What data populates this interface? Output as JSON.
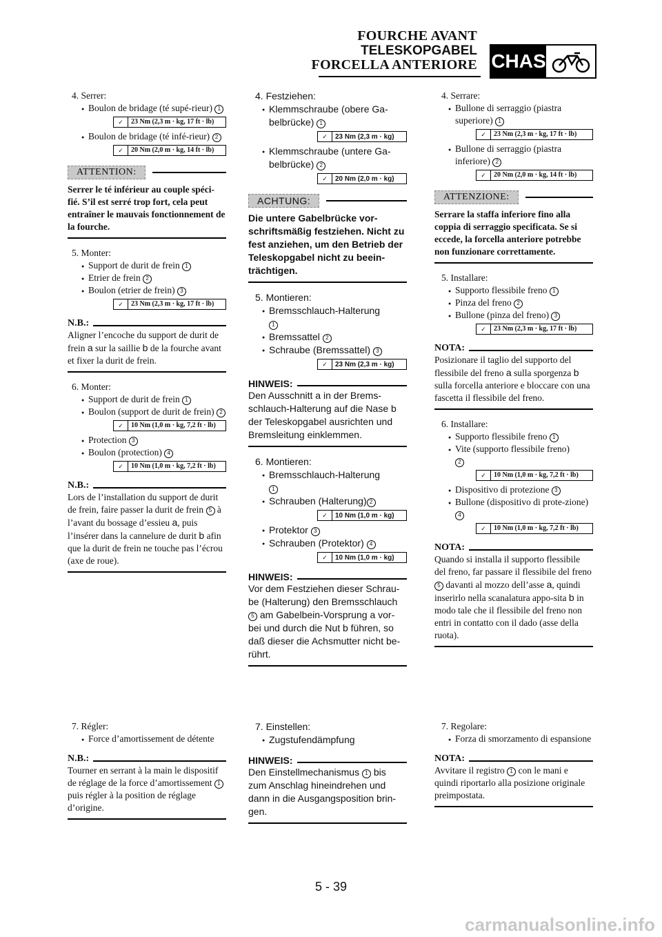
{
  "header": {
    "fr": "FOURCHE AVANT",
    "de": "TELESKOPGABEL",
    "it": "FORCELLA ANTERIORE",
    "section": "CHAS"
  },
  "page_number": "5 - 39",
  "watermark": "carmanualsonline.info",
  "fr": {
    "s4": {
      "label": "4.  Serrer:",
      "b1": "Boulon de bridage (té supé-rieur)",
      "t1": "23 Nm (2,3 m · kg, 17 ft · lb)",
      "b2": "Boulon de bridage (té infé-rieur)",
      "t2": "20 Nm (2,0 m · kg, 14 ft · lb)"
    },
    "warn_title": "ATTENTION:",
    "warn_text": "Serrer le té inférieur au couple spéci-fié. S’il est serré trop fort, cela peut entraîner le mauvais fonctionnement de la fourche.",
    "s5": {
      "label": "5.  Monter:",
      "b1": "Support de durit de frein",
      "b2": "Etrier de frein",
      "b3": "Boulon (etrier de frein)",
      "t3": "23 Nm (2,3 m · kg, 17 ft · lb)"
    },
    "nb1_title": "N.B.:",
    "nb1_a": "Aligner l’encoche du support de durit de frein",
    "nb1_b": "sur la saillie",
    "nb1_c": "de la fourche avant et fixer la durit de frein.",
    "s6": {
      "label": "6.  Monter:",
      "b1": "Support de durit de frein",
      "b2": "Boulon (support de durit de frein)",
      "t2": "10 Nm (1,0 m · kg, 7,2 ft · lb)",
      "b3": "Protection",
      "b4": "Boulon (protection)",
      "t4": "10 Nm (1,0 m · kg, 7,2 ft · lb)"
    },
    "nb2_title": "N.B.:",
    "nb2_a": "Lors de l’installation du support de durit de frein, faire passer la durit de frein",
    "nb2_b": "à l’avant du bossage d’essieu",
    "nb2_c": ", puis l’insérer dans la cannelure de durit",
    "nb2_d": "afin que la durit de frein ne touche pas l’écrou (axe de roue).",
    "s7": {
      "label": "7.  Régler:",
      "b1": "Force d’amortissement de détente"
    },
    "nb3_title": "N.B.:",
    "nb3_a": "Tourner en serrant à la main le dispositif de réglage de la force d’amortissement",
    "nb3_b": "puis régler à la position de réglage d’origine."
  },
  "de": {
    "s4": {
      "label": "4.  Festziehen:",
      "b1": "Klemmschraube (obere Ga-belbrücke)",
      "t1": "23 Nm (2,3 m · kg)",
      "b2": "Klemmschraube (untere Ga-belbrücke)",
      "t2": "20 Nm (2,0 m · kg)"
    },
    "warn_title": "ACHTUNG:",
    "warn_text": "Die untere Gabelbrücke vor-schriftsmäßig festziehen. Nicht zu fest anziehen, um den Betrieb der Teleskopgabel nicht zu beein-trächtigen.",
    "s5": {
      "label": "5.  Montieren:",
      "b1": "Bremsschlauch-Halterung",
      "b2": "Bremssattel",
      "b3": "Schraube (Bremssattel)",
      "t3": "23 Nm (2,3 m · kg)"
    },
    "nb1_title": "HINWEIS:",
    "nb1_a": "Den Ausschnitt",
    "nb1_b": "in der Brems-schlauch-Halterung auf die Nase",
    "nb1_c": "der Teleskopgabel ausrichten und Bremsleitung einklemmen.",
    "s6": {
      "label": "6.  Montieren:",
      "b1": "Bremsschlauch-Halterung",
      "b2": "Schrauben (Halterung)",
      "t2": "10 Nm (1,0 m · kg)",
      "b3": "Protektor",
      "b4": "Schrauben (Protektor)",
      "t4": "10 Nm (1,0 m · kg)"
    },
    "nb2_title": "HINWEIS:",
    "nb2_a": "Vor dem Festziehen dieser Schrau-be (Halterung) den Bremsschlauch",
    "nb2_b": "am Gabelbein-Vorsprung",
    "nb2_c": "vor-bei und durch die Nut",
    "nb2_d": "führen, so daß dieser die Achsmutter nicht be-rührt.",
    "s7": {
      "label": "7.  Einstellen:",
      "b1": "Zugstufendämpfung"
    },
    "nb3_title": "HINWEIS:",
    "nb3_a": "Den Einstellmechanismus",
    "nb3_b": "bis zum Anschlag hineindrehen und dann in die Ausgangsposition brin-gen."
  },
  "it": {
    "s4": {
      "label": "4.  Serrare:",
      "b1": "Bullone di serraggio (piastra superiore)",
      "t1": "23 Nm (2,3 m · kg, 17 ft · lb)",
      "b2": "Bullone di serraggio (piastra inferiore)",
      "t2": "20 Nm (2,0 m · kg, 14 ft · lb)"
    },
    "warn_title": "ATTENZIONE:",
    "warn_text": "Serrare la staffa inferiore fino alla coppia di serraggio specificata. Se si eccede, la forcella anteriore potrebbe non funzionare correttamente.",
    "s5": {
      "label": "5.  Installare:",
      "b1": "Supporto flessibile freno",
      "b2": "Pinza del freno",
      "b3": "Bullone (pinza del freno)",
      "t3": "23 Nm (2,3 m · kg, 17 ft · lb)"
    },
    "nb1_title": "NOTA:",
    "nb1_a": "Posizionare il taglio del supporto del flessibile del freno",
    "nb1_b": "sulla sporgenza",
    "nb1_c": "sulla forcella anteriore e bloccare con una fascetta il flessibile del freno.",
    "s6": {
      "label": "6.  Installare:",
      "b1": "Supporto flessibile freno",
      "b2": "Vite (supporto flessibile freno)",
      "t2": "10 Nm (1,0 m · kg, 7,2 ft · lb)",
      "b3": "Dispositivo di protezione",
      "b4": "Bullone (dispositivo di prote-zione)",
      "t4": "10 Nm (1,0 m · kg, 7,2 ft · lb)"
    },
    "nb2_title": "NOTA:",
    "nb2_a": "Quando si installa il supporto flessibile del freno, far passare il flessibile del freno",
    "nb2_b": "davanti al mozzo dell’asse",
    "nb2_c": ", quindi inserirlo nella scanalatura appo-sita",
    "nb2_d": "in modo tale che il flessibile del freno non entri in contatto con il dado (asse della ruota).",
    "s7": {
      "label": "7.  Regolare:",
      "b1": "Forza di smorzamento di espansione"
    },
    "nb3_title": "NOTA:",
    "nb3_a": "Avvitare il registro",
    "nb3_b": "con le mani e quindi riportarlo alla posizione originale preimpostata."
  },
  "marks": {
    "n1": "1",
    "n2": "2",
    "n3": "3",
    "n4": "4",
    "n5": "5",
    "a": "a",
    "b": "b",
    "torque_icon": "wrench-torque-icon"
  }
}
